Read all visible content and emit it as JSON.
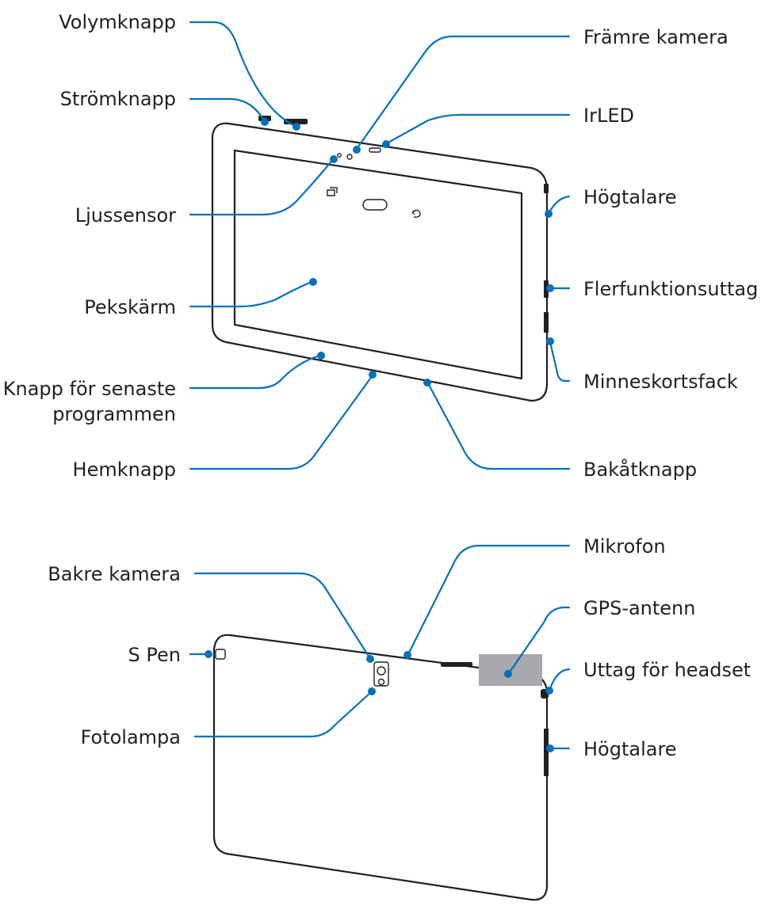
{
  "colors": {
    "callout": "#0072bc",
    "outline": "#231f20",
    "gps_area": "#a7a9ac"
  },
  "front_view": {
    "labels": {
      "volume_key": "Volymknapp",
      "power_key": "Strömknapp",
      "light_sensor": "Ljussensor",
      "touchscreen": "Pekskärm",
      "recent_apps_key_line1": "Knapp för senaste",
      "recent_apps_key_line2": "programmen",
      "home_key": "Hemknapp",
      "front_camera": "Främre kamera",
      "irled": "IrLED",
      "speaker": "Högtalare",
      "multipurpose_jack": "Flerfunktionsuttag",
      "memory_card_slot": "Minneskortsfack",
      "back_key": "Bakåtknapp"
    }
  },
  "back_view": {
    "labels": {
      "rear_camera": "Bakre kamera",
      "s_pen": "S Pen",
      "flash": "Fotolampa",
      "microphone": "Mikrofon",
      "gps_antenna": "GPS-antenn",
      "headset_jack": "Uttag för headset",
      "speaker": "Högtalare"
    }
  }
}
